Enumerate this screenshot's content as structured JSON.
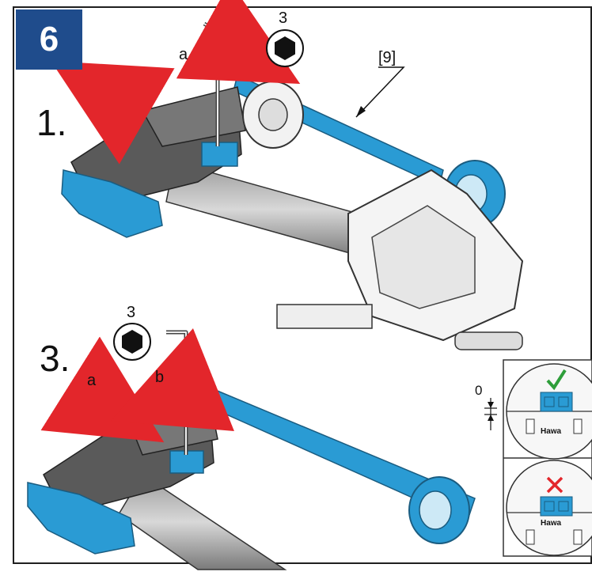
{
  "step_number": "6",
  "top": {
    "step_label": "1.",
    "turn_label": "a",
    "hex_size": "3",
    "reference_label": "[9]"
  },
  "bottom": {
    "step_label": "3.",
    "push_label": "a",
    "turn_label": "b",
    "hex_size": "3"
  },
  "inset": {
    "gap_label": "0",
    "brand_text": "Hawa",
    "ok_mark": "check-icon",
    "wrong_mark": "cross-icon"
  },
  "colors": {
    "badge": "#1f4c8c",
    "part_blue": "#2a9bd4",
    "arrow_red": "#e3262b",
    "body_gray": "#5a5a5a",
    "ok_green": "#2e9e3a"
  }
}
